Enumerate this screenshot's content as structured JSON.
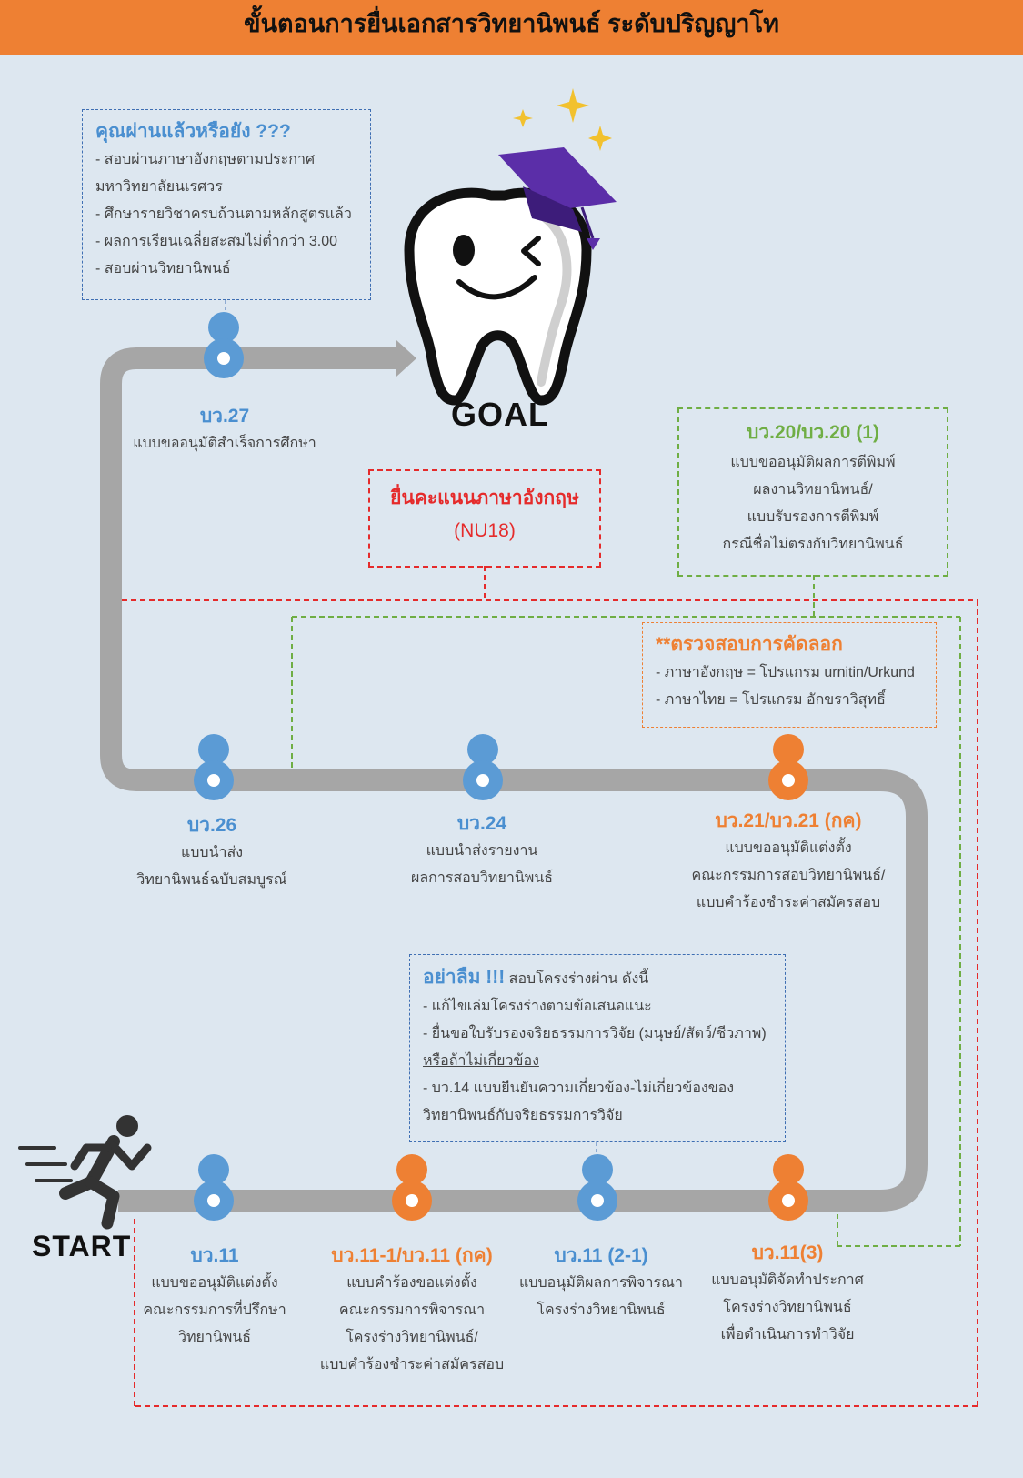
{
  "header": {
    "title": "ขั้นตอนการยื่นเอกสารวิทยานิพนธ์ ระดับปริญญาโท"
  },
  "goal_label": "GOAL",
  "start_label": "START",
  "checklist": {
    "title": "คุณผ่านแล้วหรือยัง ???",
    "lines": [
      "- สอบผ่านภาษาอังกฤษตามประกาศ",
      "มหาวิทยาลัยนเรศวร",
      "- ศึกษารายวิชาครบถ้วนตามหลักสูตรแล้ว",
      "- ผลการเรียนเฉลี่ยสะสมไม่ต่ำกว่า 3.00",
      "- สอบผ่านวิทยานิพนธ์"
    ]
  },
  "english_box": {
    "title": "ยื่นคะแนนภาษาอังกฤษ",
    "sub": "(NU18)"
  },
  "publication_box": {
    "title": "บว.20/บว.20 (1)",
    "lines": [
      "แบบขออนุมัติผลการตีพิมพ์",
      "ผลงานวิทยานิพนธ์/",
      "แบบรับรองการตีพิมพ์",
      "กรณีชื่อไม่ตรงกับวิทยานิพนธ์"
    ]
  },
  "plagiarism_box": {
    "title": "**ตรวจสอบการคัดลอก",
    "lines": [
      "- ภาษาอังกฤษ = โปรแกรม urnitin/Urkund",
      "- ภาษาไทย = โปรแกรม อักขราวิสุทธิ์"
    ]
  },
  "reminder_box": {
    "title": "อย่าลืม !!!",
    "title_rest": " สอบโครงร่างผ่าน ดังนี้",
    "lines": [
      "- แก้ไขเล่มโครงร่างตามข้อเสนอแนะ",
      "- ยื่นขอใบรับรองจริยธรรมการวิจัย (มนุษย์/สัตว์/ชีวภาพ)",
      "หรือถ้าไม่เกี่ยวข้อง",
      "- บว.14 แบบยืนยันความเกี่ยวข้อง-ไม่เกี่ยวข้องของ",
      "วิทยานิพนธ์กับจริยธรรมการวิจัย"
    ]
  },
  "steps": {
    "bw27": {
      "code": "บว.27",
      "lines": [
        "แบบขออนุมัติสำเร็จการศึกษา"
      ]
    },
    "bw26": {
      "code": "บว.26",
      "lines": [
        "แบบนำส่ง",
        "วิทยานิพนธ์ฉบับสมบูรณ์"
      ]
    },
    "bw24": {
      "code": "บว.24",
      "lines": [
        "แบบนำส่งรายงาน",
        "ผลการสอบวิทยานิพนธ์"
      ]
    },
    "bw21": {
      "code": "บว.21/บว.21 (กค)",
      "lines": [
        "แบบขออนุมัติแต่งตั้ง",
        "คณะกรรมการสอบวิทยานิพนธ์/",
        "แบบคำร้องชำระค่าสมัครสอบ"
      ]
    },
    "bw11": {
      "code": "บว.11",
      "lines": [
        "แบบขออนุมัติแต่งตั้ง",
        "คณะกรรมการที่ปรึกษา",
        "วิทยานิพนธ์"
      ]
    },
    "bw11_1": {
      "code": "บว.11-1/บว.11 (กค)",
      "lines": [
        "แบบคำร้องขอแต่งตั้ง",
        "คณะกรรมการพิจารณา",
        "โครงร่างวิทยานิพนธ์/",
        "แบบคำร้องชำระค่าสมัครสอบ"
      ]
    },
    "bw11_21": {
      "code": "บว.11 (2-1)",
      "lines": [
        "แบบอนุมัติผลการพิจารณา",
        "โครงร่างวิทยานิพนธ์"
      ]
    },
    "bw11_3": {
      "code": "บว.11(3)",
      "lines": [
        "แบบอนุมัติจัดทำประกาศ",
        "โครงร่างวิทยานิพนธ์",
        "เพื่อดำเนินการทำวิจัย"
      ]
    }
  },
  "colors": {
    "header": "#ee8033",
    "background": "#dde7f0",
    "path": "#a6a6a6",
    "blue": "#5b9bd5",
    "orange": "#ee8033",
    "red": "#e52b2b",
    "green": "#6fae44",
    "purple": "#5b2ea8"
  },
  "icons": [
    "tooth-mascot-icon",
    "graduation-cap-icon",
    "sparkle-icon",
    "running-man-icon",
    "arrow-head-icon"
  ]
}
